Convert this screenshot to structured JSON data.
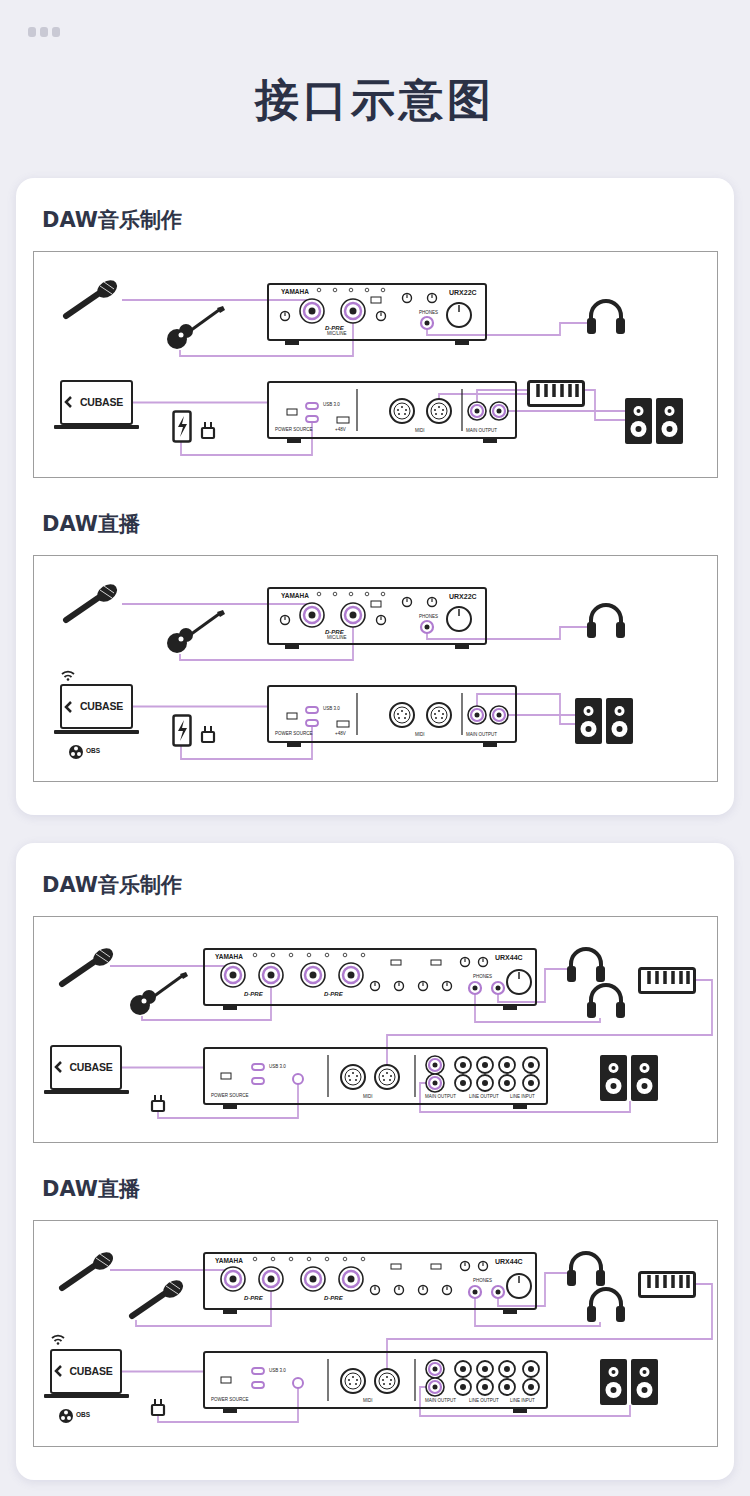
{
  "diagram": {
    "title": "接口示意图",
    "nodes": [
      {
        "text": [
          "DAW音乐制作"
        ]
      },
      {
        "text": [
          "YAMAHA",
          "URX22C",
          "D-PRE",
          "MIC/LINE",
          "PHONES"
        ],
        "in": 0
      },
      {
        "text": [
          "CUBASE"
        ],
        "in": 0
      },
      {
        "text": [
          "USB 3.0",
          "POWER SOURCE",
          "+48V",
          "MIDI",
          "MAIN OUTPUT"
        ],
        "in": 0
      },
      {
        "text": [
          "DAW直播"
        ]
      },
      {
        "text": [
          "YAMAHA",
          "URX22C",
          "D-PRE",
          "MIC/LINE",
          "PHONES"
        ],
        "in": 4
      },
      {
        "text": [
          "CUBASE"
        ],
        "in": 4
      },
      {
        "text": [
          "USB 3.0",
          "POWER SOURCE",
          "+48V",
          "MIDI",
          "MAIN OUTPUT"
        ],
        "in": 4
      },
      {
        "text": [
          "DAW音乐制作"
        ]
      },
      {
        "text": [
          "YAMAHA",
          "URX44C",
          "D-PRE",
          "D-PRE",
          "PHONES"
        ],
        "in": 8
      },
      {
        "text": [
          "CUBASE"
        ],
        "in": 8
      },
      {
        "text": [
          "USB 3.0",
          "POWER SOURCE",
          "MIDI",
          "MAIN OUTPUT",
          "LINE OUTPUT",
          "LINE INPUT"
        ],
        "in": 8
      },
      {
        "text": [
          "DAW直播"
        ]
      },
      {
        "text": [
          "YAMAHA",
          "URX44C",
          "D-PRE",
          "D-PRE",
          "PHONES"
        ],
        "in": 12
      },
      {
        "text": [
          "CUBASE"
        ],
        "in": 12
      },
      {
        "text": [
          "USB 3.0",
          "POWER SOURCE",
          "MIDI",
          "MAIN OUTPUT",
          "LINE OUTPUT",
          "LINE INPUT"
        ],
        "in": 12
      }
    ],
    "edges": [
      {
        "from": 2,
        "to": 3,
        "arrow": "none"
      },
      {
        "from": 6,
        "to": 7,
        "arrow": "none"
      },
      {
        "from": 10,
        "to": 11,
        "arrow": "none"
      },
      {
        "from": 14,
        "to": 15,
        "arrow": "none"
      }
    ],
    "labels": [
      "OBS",
      "OBS"
    ]
  }
}
